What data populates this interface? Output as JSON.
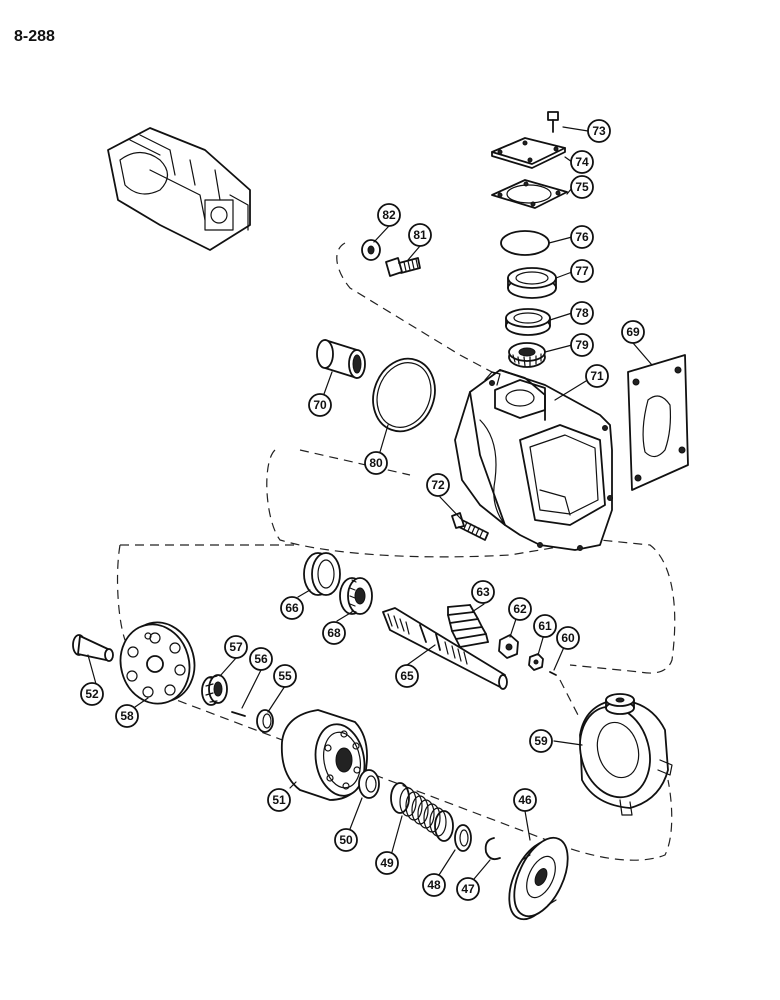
{
  "page_number": "8-288",
  "callouts": [
    "73",
    "74",
    "75",
    "76",
    "77",
    "78",
    "79",
    "82",
    "81",
    "69",
    "71",
    "70",
    "80",
    "72",
    "66",
    "63",
    "62",
    "61",
    "60",
    "68",
    "65",
    "57",
    "56",
    "55",
    "52",
    "58",
    "59",
    "51",
    "50",
    "49",
    "48",
    "47",
    "46"
  ]
}
